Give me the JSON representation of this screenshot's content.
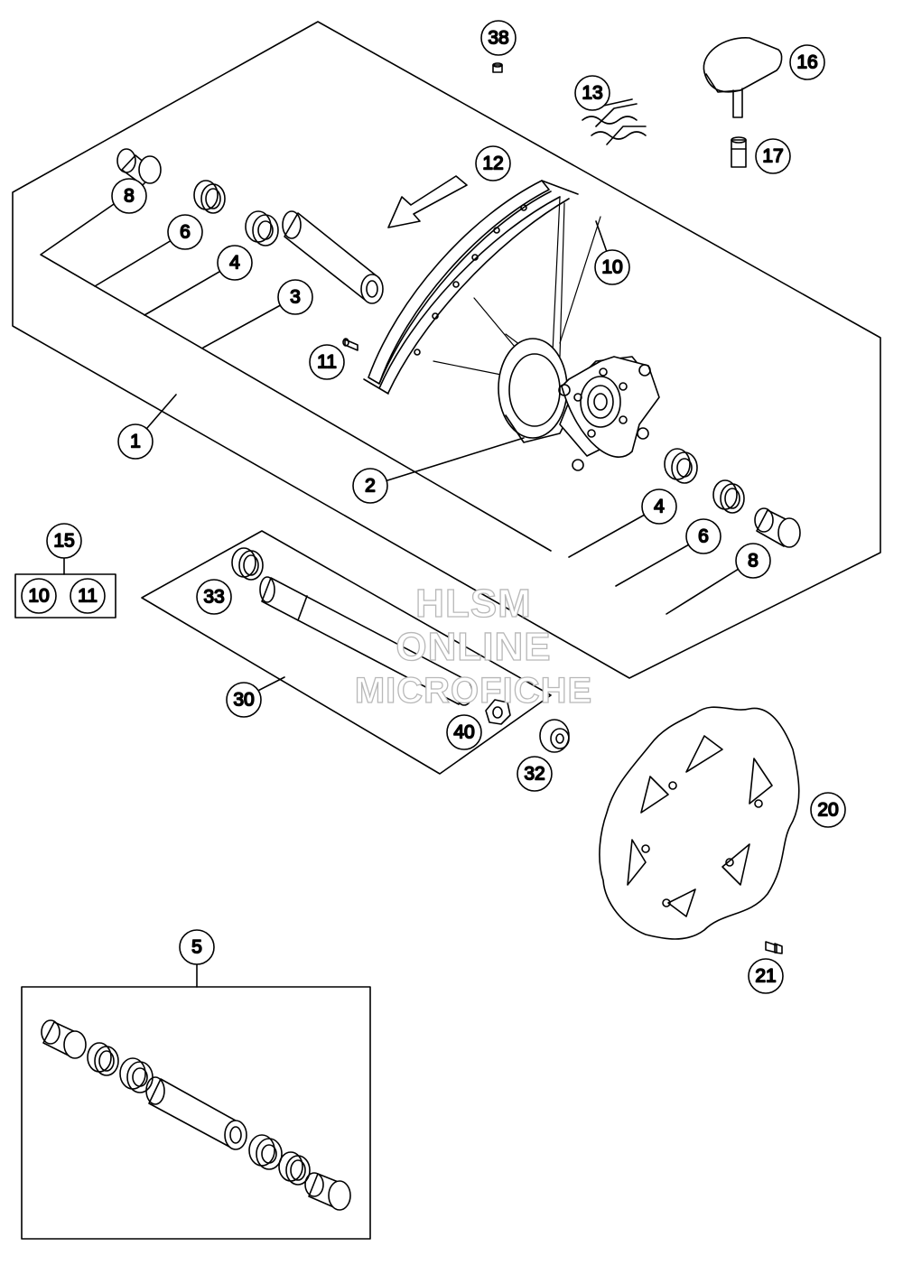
{
  "watermark": {
    "line1": "HLSM",
    "line2": "ONLINE",
    "line3": "MICROFICHE"
  },
  "callouts": {
    "c1": "1",
    "c2": "2",
    "c3": "3",
    "c4a": "4",
    "c4b": "4",
    "c5": "5",
    "c6a": "6",
    "c6b": "6",
    "c8a": "8",
    "c8b": "8",
    "c10a": "10",
    "c10b": "10",
    "c11a": "11",
    "c11b": "11",
    "c12": "12",
    "c13": "13",
    "c15": "15",
    "c16": "16",
    "c17": "17",
    "c20": "20",
    "c21": "21",
    "c30": "30",
    "c32": "32",
    "c33": "33",
    "c38": "38",
    "c40": "40"
  },
  "icons": [
    "wheel-rim",
    "hub",
    "spoke",
    "bearing",
    "distance-sleeve",
    "spacer",
    "axle",
    "brake-disc",
    "screw",
    "nut",
    "valve-cap",
    "rim-tape",
    "rim-lock",
    "arrow"
  ]
}
